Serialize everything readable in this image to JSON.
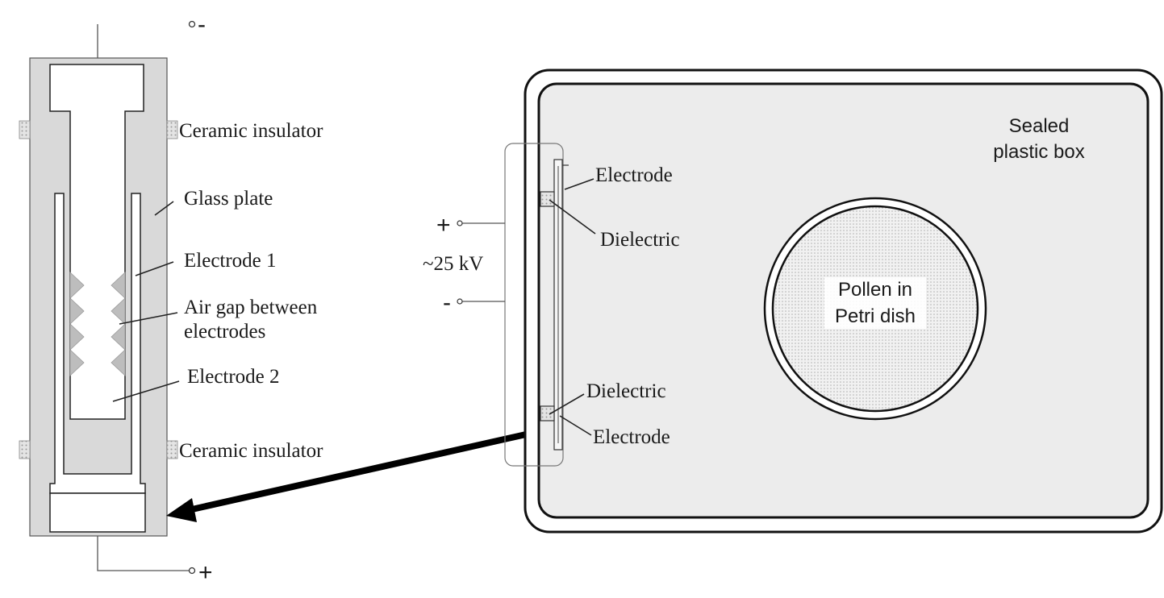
{
  "reactor": {
    "terminal_top": "-",
    "terminal_bottom": "+",
    "labels": {
      "ceramic_top": "Ceramic insulator",
      "glass_plate": "Glass plate",
      "electrode_1": "Electrode 1",
      "air_gap_line1": "Air gap between",
      "air_gap_line2": "electrodes",
      "electrode_2": "Electrode 2",
      "ceramic_bottom": "Ceramic insulator"
    }
  },
  "box": {
    "title_line1": "Sealed",
    "title_line2": "plastic box",
    "label_electrode_top": "Electrode",
    "label_dielectric_top": "Dielectric",
    "label_dielectric_bottom": "Dielectric",
    "label_electrode_bottom": "Electrode",
    "plus_sign": "+",
    "minus_sign": "-",
    "voltage": "~25 kV",
    "dish_line1": "Pollen in",
    "dish_line2": "Petri dish"
  },
  "colors": {
    "glass_fill": "#d9d9d9",
    "box_fill": "#ececec",
    "dotted_fill": "#c8c8c8",
    "line": "#111111",
    "arrow": "#000000"
  }
}
